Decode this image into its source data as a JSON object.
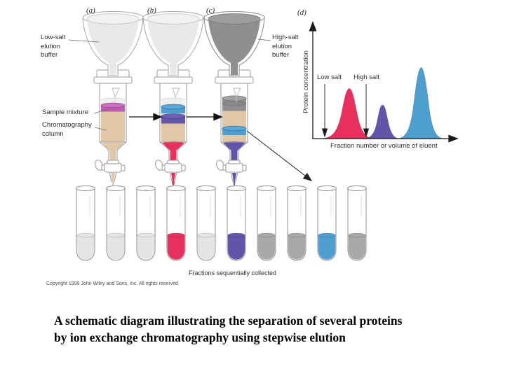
{
  "figure": {
    "panel_labels": {
      "a": "(a)",
      "b": "(b)",
      "c": "(c)",
      "d": "(d)"
    },
    "labels": {
      "low_salt_buffer": "Low-salt\nelution\nbuffer",
      "high_salt_buffer": "High-salt\nelution\nbuffer",
      "sample_mixture": "Sample mixture",
      "chromatography_column": "Chromatography\ncolumn",
      "fractions_collected": "Fractions sequentially collected",
      "copyright": "Copyright 1999 John Wiley and Sons, Inc. All rights reserved."
    },
    "chart": {
      "ylabel": "Protein concentration",
      "xlabel": "Fraction number or volume of eluent",
      "annotation_low": "Low salt",
      "annotation_high": "High salt"
    }
  },
  "caption": {
    "line1": "A schematic diagram illustrating the separation of several proteins",
    "line2": "by ion exchange chromatography using stepwise elution"
  },
  "colors": {
    "red_protein": "#e8305c",
    "purple_protein": "#6155aa",
    "blue_protein": "#4e9ed0",
    "magenta_sample": "#bf5cb2",
    "resin_tan": "#e2c6a8",
    "low_salt_buffer_fill": "#e9e9e9",
    "high_salt_buffer_fill": "#8f8f8f",
    "light_fraction": "#e4e4e4",
    "gray_fraction": "#a8a8a8"
  },
  "tubes": [
    {
      "fill": "#e4e4e4"
    },
    {
      "fill": "#e4e4e4"
    },
    {
      "fill": "#e4e4e4"
    },
    {
      "fill": "#e8305c"
    },
    {
      "fill": "#e4e4e4"
    },
    {
      "fill": "#6155aa"
    },
    {
      "fill": "#a8a8a8"
    },
    {
      "fill": "#a8a8a8"
    },
    {
      "fill": "#4e9ed0"
    },
    {
      "fill": "#a8a8a8"
    }
  ],
  "chart_data": {
    "type": "area",
    "title": "(d) stepwise elution profile",
    "xlabel": "Fraction number or volume of eluent",
    "ylabel": "Protein concentration",
    "x_axis_ticks": "none (qualitative sketch)",
    "y_axis_ticks": "none (qualitative sketch)",
    "annotations": [
      {
        "text": "Low salt",
        "x_frac": 0.09
      },
      {
        "text": "High salt",
        "x_frac": 0.39
      }
    ],
    "series": [
      {
        "name": "protein eluted at low salt",
        "color": "#e8305c",
        "peak_x_frac": 0.27,
        "relative_height": 0.7
      },
      {
        "name": "first protein at high salt",
        "color": "#6155aa",
        "peak_x_frac": 0.5,
        "relative_height": 0.47
      },
      {
        "name": "second protein at high salt",
        "color": "#4e9ed0",
        "peak_x_frac": 0.78,
        "relative_height": 1.0
      }
    ],
    "legend": "none"
  }
}
